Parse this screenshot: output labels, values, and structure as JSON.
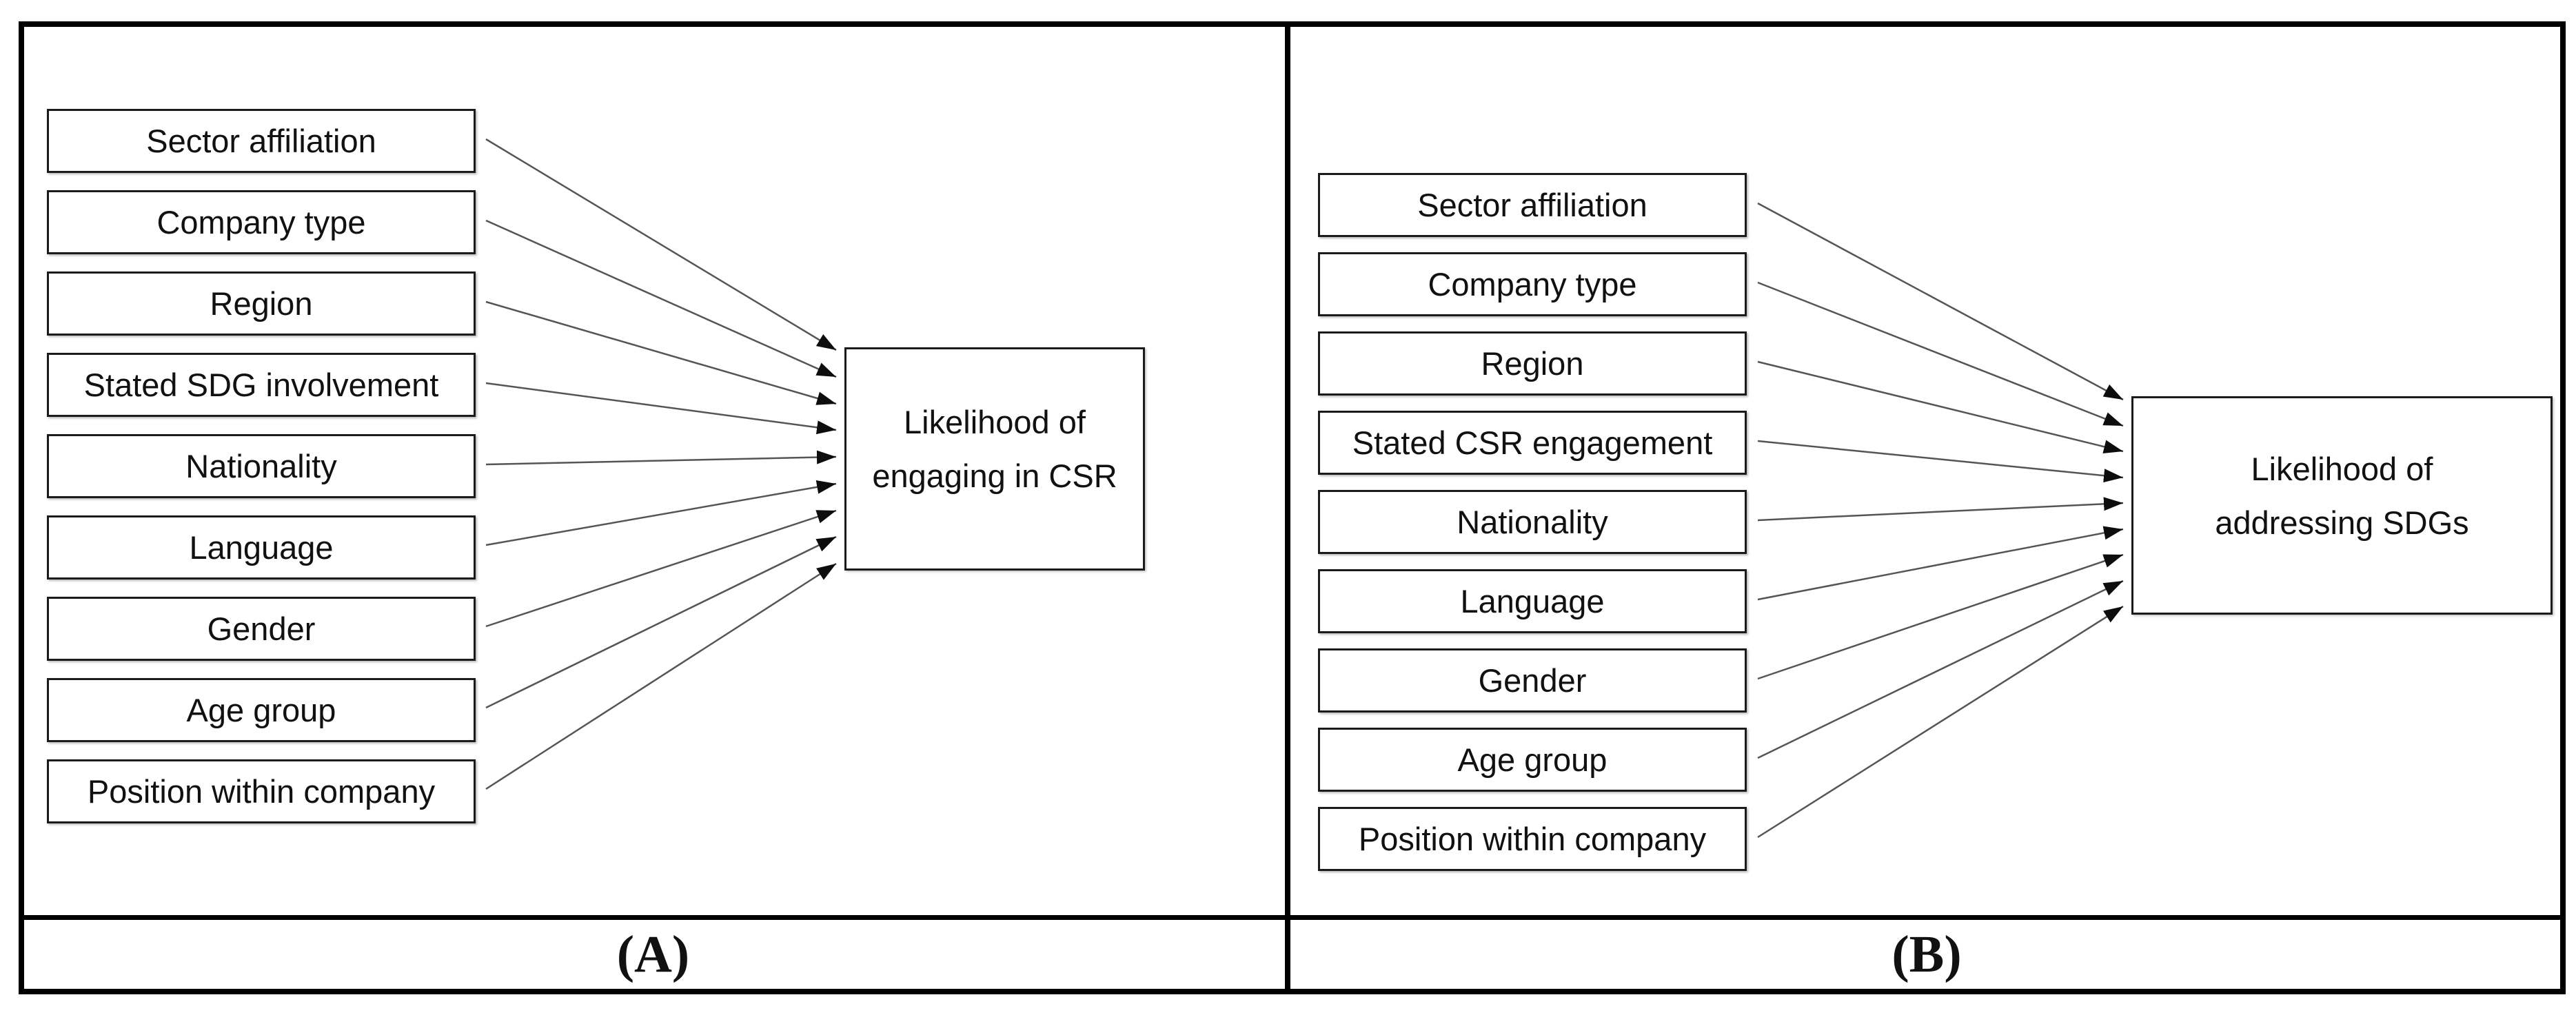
{
  "figure": {
    "panels": [
      {
        "caption": "(A)",
        "factors": [
          "Sector affiliation",
          "Company type",
          "Region",
          "Stated SDG involvement",
          "Nationality",
          "Language",
          "Gender",
          "Age group",
          "Position within company"
        ],
        "outcome": [
          "Likelihood of",
          "engaging in CSR"
        ]
      },
      {
        "caption": "(B)",
        "factors": [
          "Sector affiliation",
          "Company type",
          "Region",
          "Stated CSR engagement",
          "Nationality",
          "Language",
          "Gender",
          "Age group",
          "Position within company"
        ],
        "outcome": [
          "Likelihood of",
          "addressing SDGs"
        ]
      }
    ],
    "colors": {
      "background": "#ffffff",
      "frame_border": "#000000",
      "box_border": "#1b1b1b",
      "arrow_line": "#555555",
      "arrowhead": "#0d0d0d"
    }
  }
}
